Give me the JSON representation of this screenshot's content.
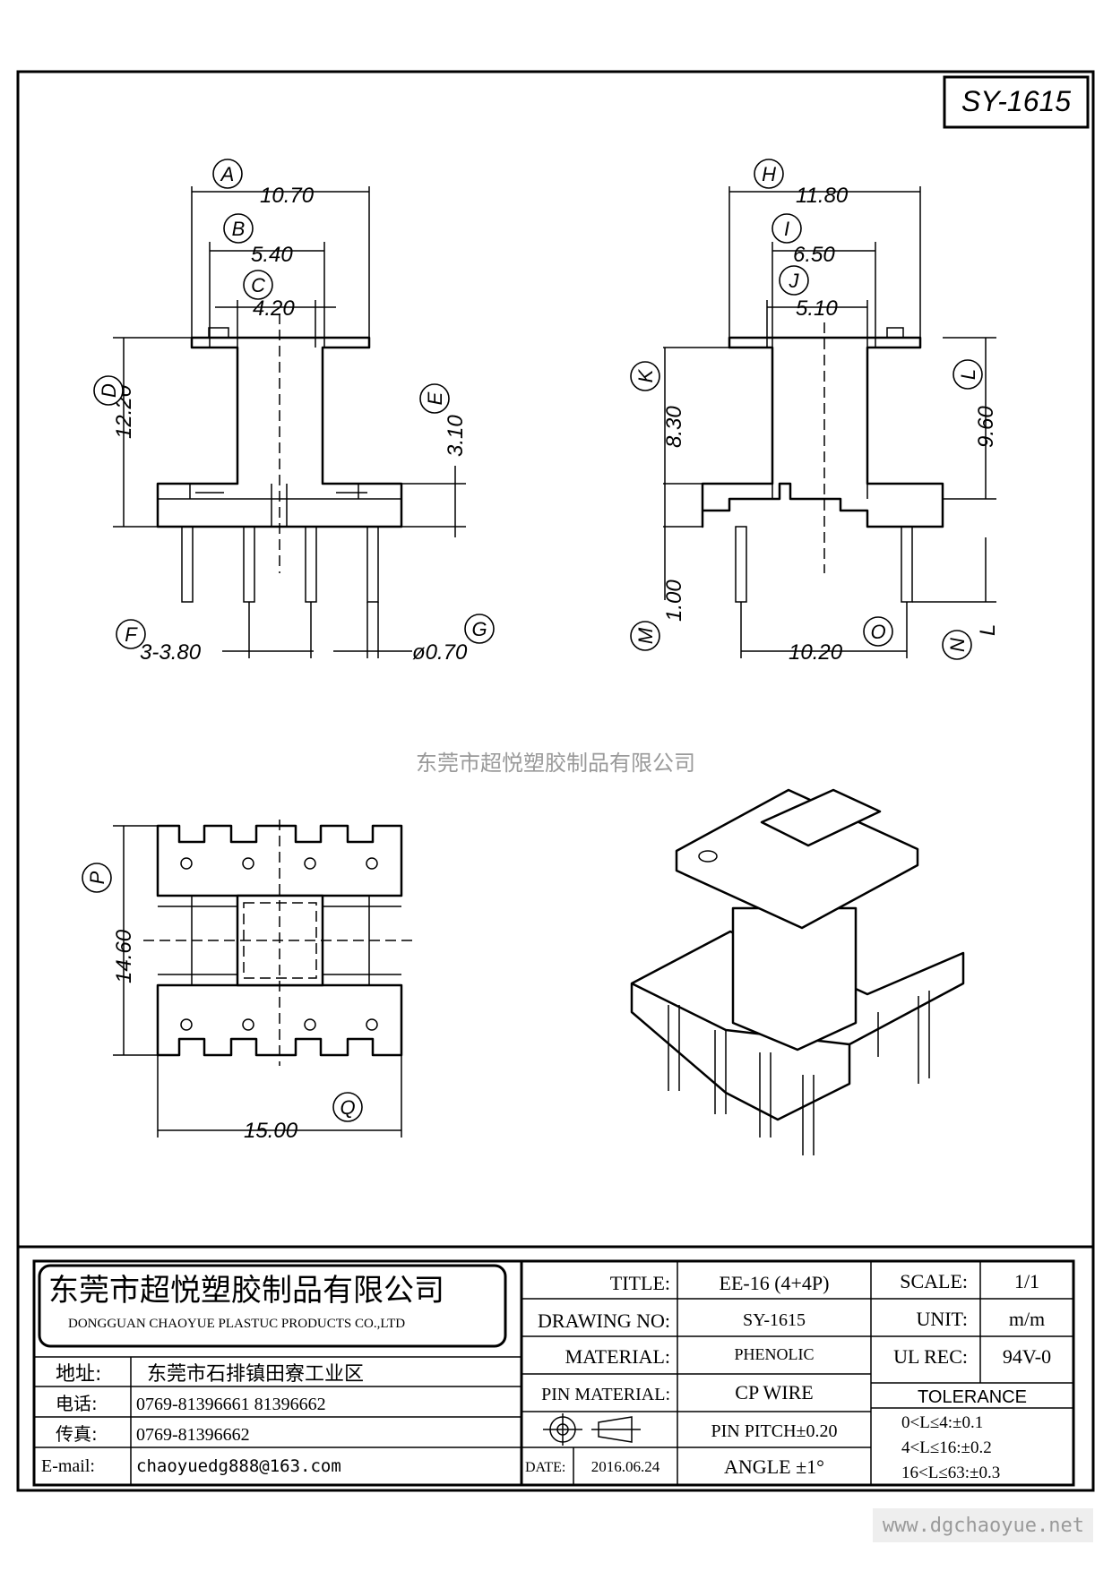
{
  "drawing": {
    "part_number": "SY-1615",
    "watermark_company": "东莞市超悦塑胶制品有限公司",
    "website": "www.dgchaoyue.net"
  },
  "front_view": {
    "A": "10.70",
    "B": "5.40",
    "C": "4.20",
    "D": "12.20",
    "E": "3.10",
    "F": "3-3.80",
    "G": "ø0.70"
  },
  "side_view": {
    "H": "11.80",
    "I": "6.50",
    "J": "5.10",
    "K": "8.30",
    "L": "9.60",
    "M": "1.00",
    "N": "L",
    "O": "10.20"
  },
  "bottom_view": {
    "P": "14.60",
    "Q": "15.00"
  },
  "callouts": [
    "A",
    "B",
    "C",
    "D",
    "E",
    "F",
    "G",
    "H",
    "I",
    "J",
    "K",
    "L",
    "M",
    "N",
    "O",
    "P",
    "Q"
  ],
  "title_block": {
    "company_cn": "东莞市超悦塑胶制品有限公司",
    "company_en": "DONGGUAN CHAOYUE PLASTUC PRODUCTS CO.,LTD",
    "address_label": "地址:",
    "address_value": "东莞市石排镇田寮工业区",
    "phone_label": "电话:",
    "phone_value": "0769-81396661   81396662",
    "fax_label": "传真:",
    "fax_value": "0769-81396662",
    "email_label": "E-mail:",
    "email_value": "chaoyuedg888@163.com",
    "title_label": "TITLE:",
    "title_value": "EE-16 (4+4P)",
    "drawing_no_label": "DRAWING NO:",
    "drawing_no_value": "SY-1615",
    "material_label": "MATERIAL:",
    "material_value": "PHENOLIC",
    "pin_material_label": "PIN MATERIAL:",
    "pin_material_value": "CP WIRE",
    "pin_pitch": "PIN PITCH±0.20",
    "angle": "ANGLE  ±1°",
    "date_label": "DATE:",
    "date_value": "2016.06.24",
    "scale_label": "SCALE:",
    "scale_value": "1/1",
    "unit_label": "UNIT:",
    "unit_value": "m/m",
    "ul_label": "UL REC:",
    "ul_value": "94V-0",
    "tolerance_label": "TOLERANCE",
    "tolerance_1": "0<L≤4:±0.1",
    "tolerance_2": "4<L≤16:±0.2",
    "tolerance_3": "16<L≤63:±0.3"
  }
}
